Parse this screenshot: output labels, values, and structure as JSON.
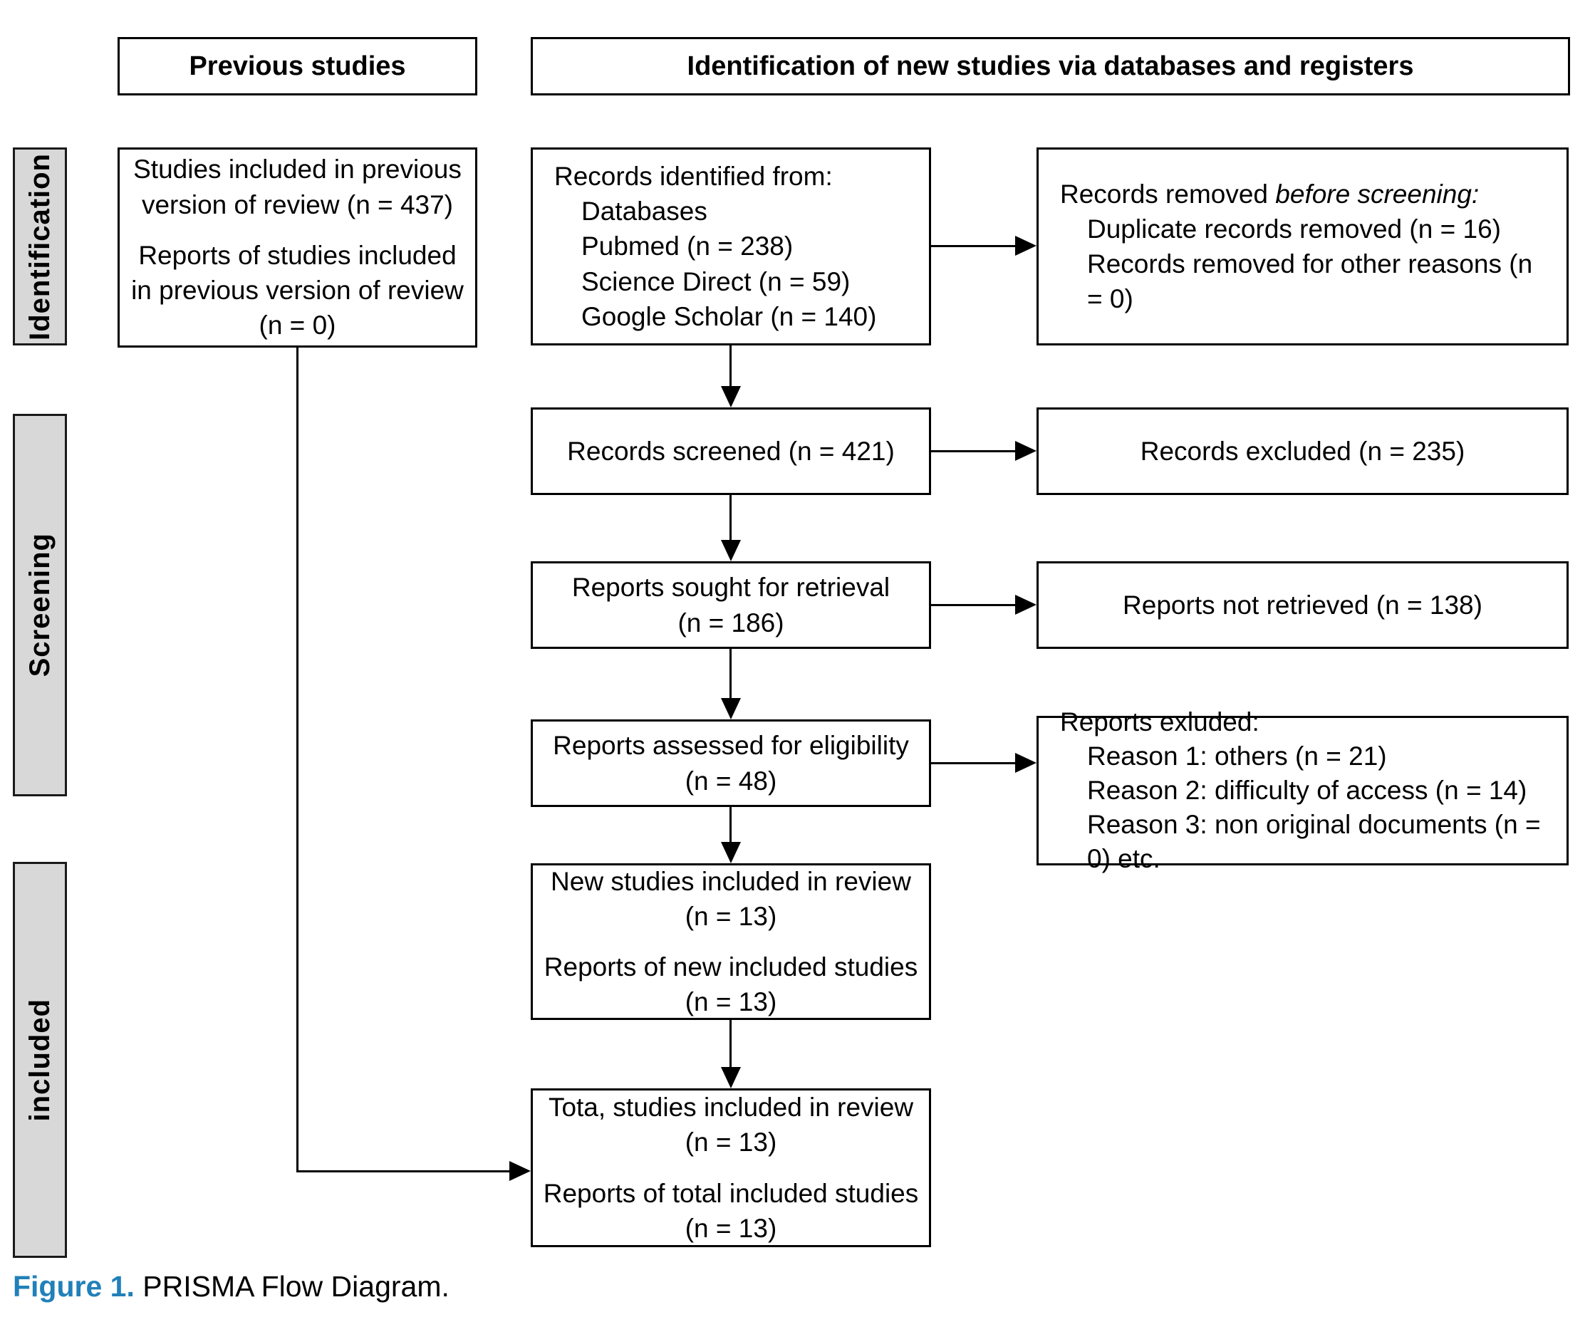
{
  "figure": {
    "caption_label": "Figure 1.",
    "caption_text": "PRISMA Flow Diagram."
  },
  "colors": {
    "caption_blue": "#2180b9",
    "sidebar_fill": "#d8d8d8",
    "line_black": "#000000"
  },
  "headers": {
    "previous": "Previous studies",
    "identification": "Identification of new studies via databases and registers"
  },
  "sidebars": [
    {
      "label": "Identification"
    },
    {
      "label": "Screening"
    },
    {
      "label": "included"
    }
  ],
  "boxes": {
    "previous_included": {
      "lines": [
        "Studies included in previous",
        "version of review (n = 437)",
        "Reports of studies included",
        "in previous version of review",
        "(n = 0)"
      ]
    },
    "records_identified": {
      "lead": "Records identified from:",
      "items": [
        "Databases",
        "Pubmed (n = 238)",
        "Science Direct (n = 59)",
        "Google Scholar (n = 140)"
      ]
    },
    "records_removed": {
      "lead": "Records removed ",
      "lead_italic": "before screening:",
      "items": [
        "Duplicate records removed (n = 16)",
        "Records removed for other reasons (n = 0)"
      ]
    },
    "records_screened": {
      "line": "Records screened (n = 421)"
    },
    "records_excluded": {
      "line": "Records excluded (n = 235)"
    },
    "reports_sought": {
      "lines": [
        "Reports sought for retrieval",
        "(n = 186)"
      ]
    },
    "reports_not_retrieved": {
      "line": "Reports not retrieved (n = 138)"
    },
    "reports_assessed": {
      "lines": [
        "Reports assessed for eligibility",
        "(n = 48)"
      ]
    },
    "reports_excluded": {
      "lead": "Reports exluded:",
      "items": [
        "Reason 1: others (n = 21)",
        "Reason 2: difficulty of access (n = 14)",
        "Reason 3: non original documents (n = 0) etc."
      ]
    },
    "new_studies": {
      "para1": [
        "New studies included in review",
        "(n = 13)"
      ],
      "para2": [
        "Reports of new included studies",
        "(n = 13)"
      ]
    },
    "total_studies": {
      "para1": [
        "Tota, studies included in review",
        "(n = 13)"
      ],
      "para2": [
        "Reports of total included studies",
        "(n = 13)"
      ]
    }
  }
}
